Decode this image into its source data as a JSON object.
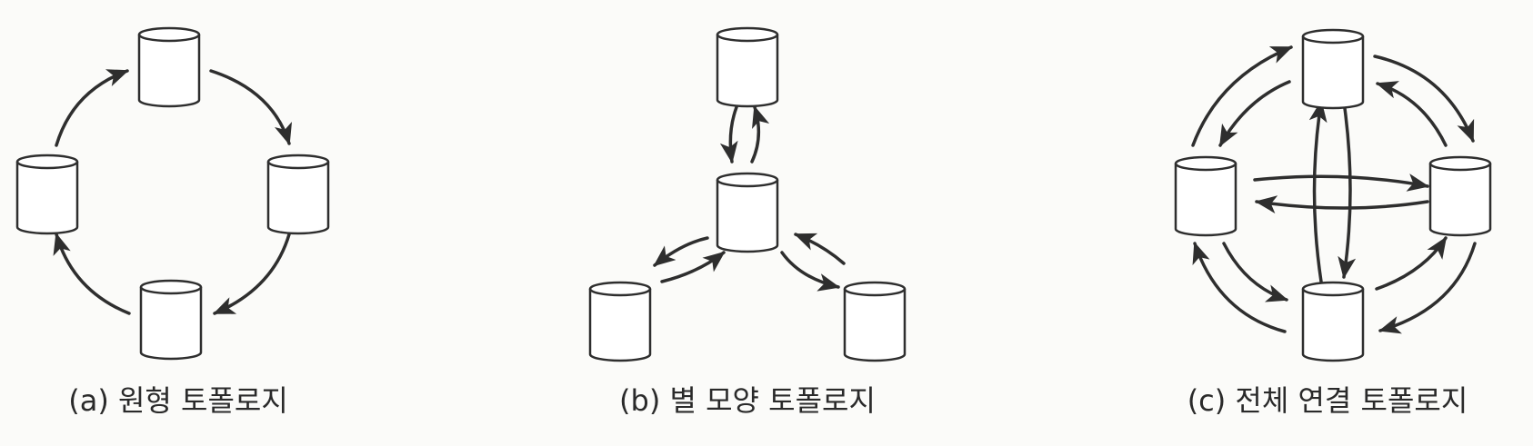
{
  "diagrams": [
    {
      "caption": "(a) 원형 토폴로지",
      "topology": "ring"
    },
    {
      "caption": "(b) 별 모양 토폴로지",
      "topology": "star"
    },
    {
      "caption": "(c) 전체 연결 토폴로지",
      "topology": "fully-connected"
    }
  ],
  "colors": {
    "ink": "#2e2e2e",
    "paper": "#fbfbf9"
  },
  "node_icon": "database-cylinder-icon"
}
